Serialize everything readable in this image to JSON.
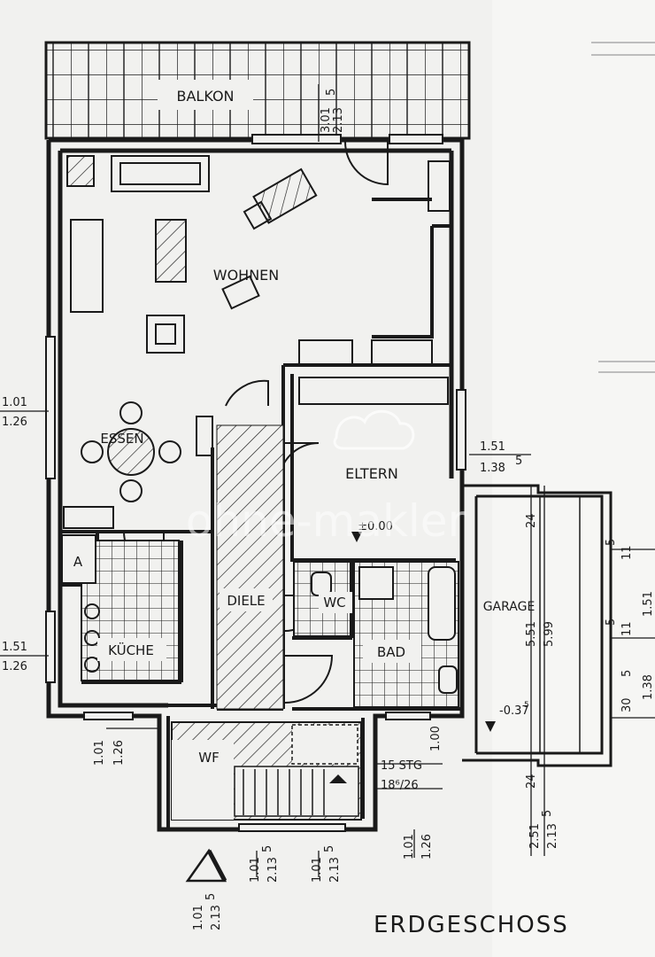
{
  "rooms": {
    "balkon": "BALKON",
    "wohnen": "WOHNEN",
    "essen": "ESSEN",
    "eltern": "ELTERN",
    "kueche": "KÜCHE",
    "diele": "DIELE",
    "wc": "WC",
    "bad": "BAD",
    "wf": "WF",
    "garage": "GARAGE",
    "abstell": "A"
  },
  "levels": {
    "eltern": "±0.00",
    "garage": "-0.37",
    "garage_sup": "5"
  },
  "stairs": {
    "steps": "15 STG",
    "ratio": "18⁶/26"
  },
  "dimensions": {
    "balkon_w": "3.01",
    "balkon_h": "2.13",
    "balkon_h_sup": "5",
    "left_upper_w": "1.01",
    "left_upper_h": "1.26",
    "eltern_w": "1.51",
    "eltern_h": "1.38",
    "eltern_h_sup": "5",
    "kueche_w": "1.51",
    "kueche_h": "1.26",
    "wf_left_w": "1.01",
    "wf_left_h": "1.26",
    "wf_right": "1.00",
    "stair_w": "1.01",
    "stair_h": "2.13",
    "stair_h_sup": "5",
    "door_w": "1.01",
    "door_h": "2.13",
    "door_h_sup": "5",
    "entry_w": "1.01",
    "entry_h": "2.13",
    "entry_h_sup": "5",
    "bottom_w": "1.01",
    "bottom_h": "1.26",
    "garage_w": "2.51",
    "garage_h": "2.13",
    "garage_h_sup": "5",
    "garage_inner": "5.51",
    "garage_outer": "5.99",
    "garage_top": "24",
    "garage_bottom": "24",
    "right_11a": "11",
    "right_5a": "5",
    "right_11b": "11",
    "right_5b": "5",
    "right_151": "1.51",
    "right_138": "1.38",
    "right_5c": "5",
    "right_30": "30"
  },
  "title": "ERDGESCHOSS",
  "watermark": "ohne-makler",
  "colors": {
    "ink": "#1a1a1a",
    "paper": "#f1f1ef"
  }
}
